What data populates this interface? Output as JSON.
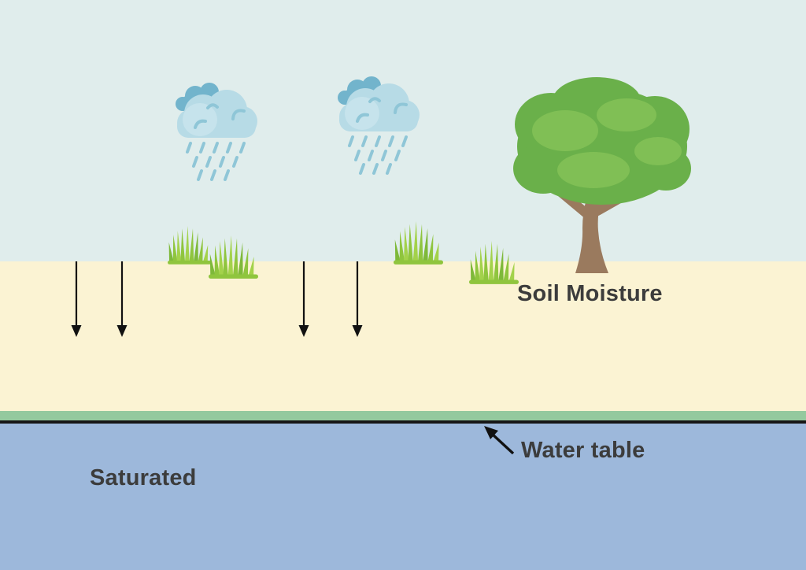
{
  "labels": {
    "soil_moisture": "Soil Moisture",
    "water_table": "Water table",
    "saturated": "Saturated"
  },
  "palette": {
    "sky": "#e0edec",
    "soil": "#fbf3d3",
    "grass_strip": "#94c99e",
    "water_table_line": "#161616",
    "saturated_zone": "#9db8db",
    "cloud_main": "#b7dbe6",
    "cloud_light": "#c6e3ec",
    "cloud_dark": "#72b4cc",
    "cloud_detail": "#8fc6d7",
    "rain": "#8fc6d7",
    "grass": "#8fc53e",
    "grass_light": "#a3d24b",
    "grass_dark": "#7eb93a",
    "tree_canopy": "#6ab04a",
    "tree_canopy_light": "#80bf55",
    "tree_trunk": "#9a7a5e",
    "arrow": "#111111",
    "label_text": "#3c3c3c"
  },
  "icons": [
    {
      "name": "rain-cloud-icon",
      "shape": "cloud-with-rain",
      "count": 2
    },
    {
      "name": "grass-icon",
      "shape": "grass-tuft",
      "count": 4
    },
    {
      "name": "tree-icon",
      "shape": "deciduous-tree",
      "count": 1
    },
    {
      "name": "infiltration-arrow-icon",
      "shape": "downward-arrow",
      "count": 4
    },
    {
      "name": "water-table-arrow-icon",
      "shape": "up-left-arrow",
      "count": 1
    }
  ]
}
